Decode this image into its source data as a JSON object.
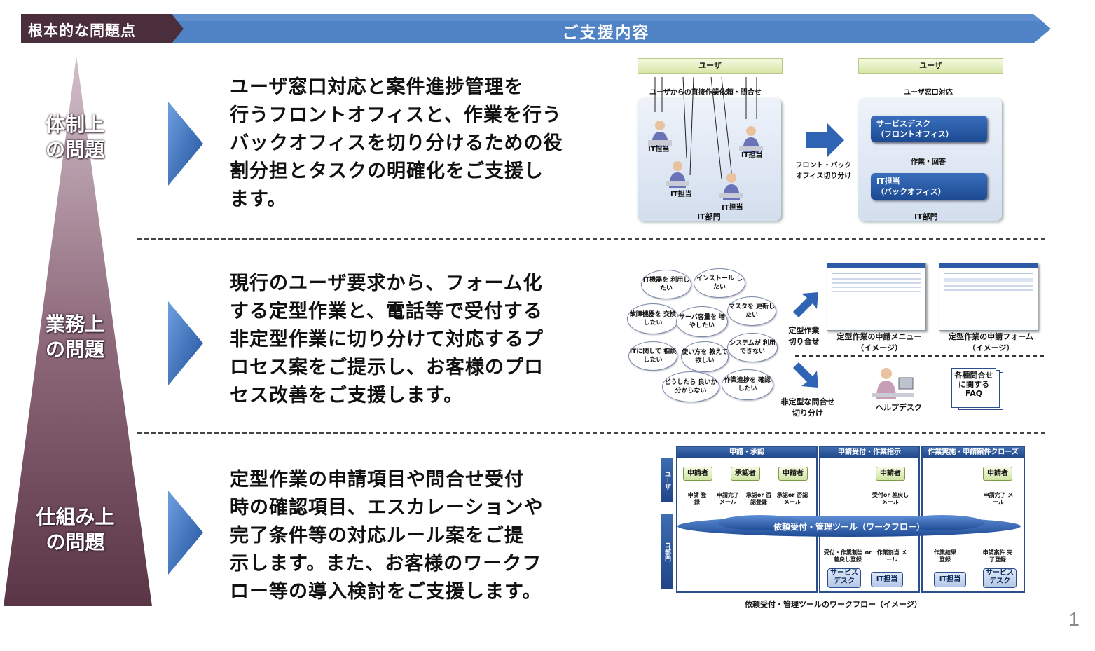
{
  "header": {
    "left_label": "根本的な問題点",
    "right_label": "ご支援内容"
  },
  "colors": {
    "header_left": "#4a2e3b",
    "header_right": "#4f7ec2",
    "pyramid_top": "#c7b1bd",
    "pyramid_bottom": "#5c3848",
    "arrow": "#2f63b4"
  },
  "levels": [
    {
      "label_line1": "体制上",
      "label_line2": "の問題"
    },
    {
      "label_line1": "業務上",
      "label_line2": "の問題"
    },
    {
      "label_line1": "仕組み上",
      "label_line2": "の問題"
    }
  ],
  "rows": [
    {
      "lines": [
        "ユーザ窓口対応と案件進捗管理を",
        "行うフロントオフィスと、作業を行う",
        "バックオフィスを切り分けるための役",
        "割分担とタスクの明確化をご支援し",
        "ます。"
      ]
    },
    {
      "lines": [
        "現行のユーザ要求から、フォーム化",
        "する定型作業と、電話等で受付する",
        "非定型作業に切り分けて対応するプ",
        "ロセス案をご提示し、お客様のプロ",
        "セス改善をご支援します。"
      ]
    },
    {
      "lines": [
        "定型作業の申請項目や問合せ受付",
        "時の確認項目、エスカレーションや",
        "完了条件等の対応ルール案をご提",
        "示します。また、お客様のワークフ",
        "ロー等の導入検討をご支援します。"
      ]
    }
  ],
  "diagram1": {
    "left_user": "ユーザ",
    "left_note": "ユーザからの直接作業依頼・問合せ",
    "it_staff": "IT担当",
    "it_dept": "IT部門",
    "mid_label_1": "フロント・バック",
    "mid_label_2": "オフィス切り分け",
    "right_user": "ユーザ",
    "right_note": "ユーザ窓口対応",
    "service_desk_1": "サービスデスク",
    "service_desk_2": "（フロントオフィス）",
    "work_answer": "作業・回答",
    "back_1": "IT担当",
    "back_2": "（バックオフィス）"
  },
  "diagram2": {
    "clouds": [
      "IT機器を 利用したい",
      "インストール したい",
      "マスタを 更新したい",
      "故障機器を 交換したい",
      "サーバ容量を 増やしたい",
      "システムが 利用できない",
      "ITに関して 相談したい",
      "使い方を 教えて欲しい",
      "どうしたら 良いか分からない",
      "作業進捗を 確認したい"
    ],
    "routine_1": "定型作業",
    "routine_2": "切り合せ",
    "menu_1": "定型作業の申請メニュー",
    "menu_2": "（イメージ）",
    "form_1": "定型作業の申請フォーム",
    "form_2": "（イメージ）",
    "nonroutine_1": "非定型な問合せ",
    "nonroutine_2": "切り分け",
    "helpdesk": "ヘルプデスク",
    "faq_1": "各種問合せ",
    "faq_2": "に関する",
    "faq_3": "FAQ"
  },
  "diagram3": {
    "col1": "申請・承認",
    "col2": "申請受付・作業指示",
    "col3": "作業実施・申請案件クローズ",
    "side_user": "ユーザ",
    "side_it": "IT部門",
    "applicant": "申請者",
    "approver": "承認者",
    "n_apply": "申請 登録",
    "n_done_mail": "申請完了 メール",
    "n_approve_reg": "承認or 否認登録",
    "n_approve_mail": "承認or 否認メール",
    "n_accept_mail": "受付or 差戻しメール",
    "n_close_mail": "申請完了 メール",
    "tool": "依頼受付・管理ツール（ワークフロー）",
    "n_assign": "受付・作業割当 or差戻し登録",
    "n_work_assign_mail": "作業割当 メール",
    "n_result": "作業結果 登録",
    "n_case_done": "申請案件 完了登録",
    "service_desk": "サービス デスク",
    "it_staff": "IT担当",
    "caption": "依頼受付・管理ツールのワークフロー（イメージ）"
  },
  "page_number": "1"
}
